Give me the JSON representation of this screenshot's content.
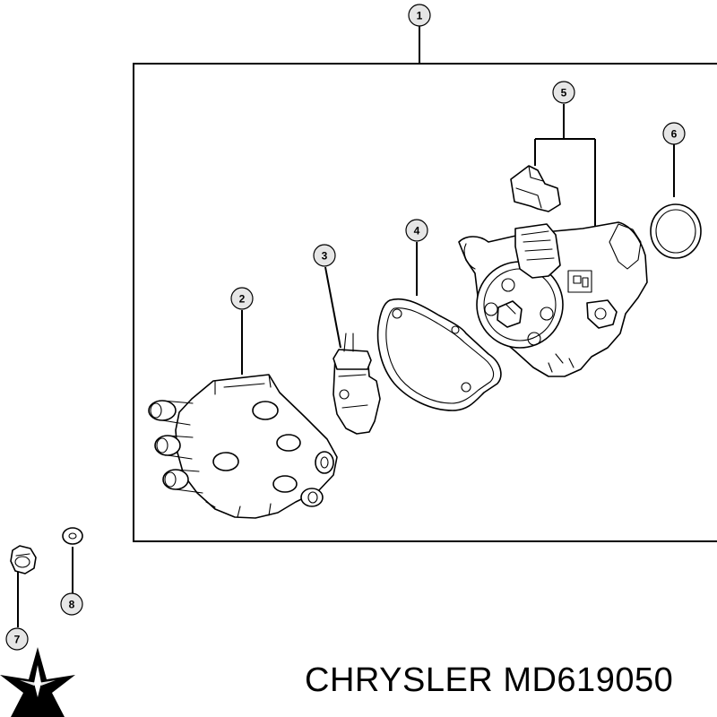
{
  "callouts": [
    {
      "num": "1",
      "part": "distributor-assembly"
    },
    {
      "num": "2",
      "part": "distributor-cap"
    },
    {
      "num": "3",
      "part": "rotor"
    },
    {
      "num": "4",
      "part": "gasket"
    },
    {
      "num": "5",
      "part": "connector"
    },
    {
      "num": "6",
      "part": "o-ring"
    },
    {
      "num": "7",
      "part": "nut"
    },
    {
      "num": "8",
      "part": "washer"
    }
  ],
  "caption": {
    "brand": "CHRYSLER",
    "part_number": "MD619050"
  },
  "logo": {
    "icon": "pentastar-icon"
  }
}
